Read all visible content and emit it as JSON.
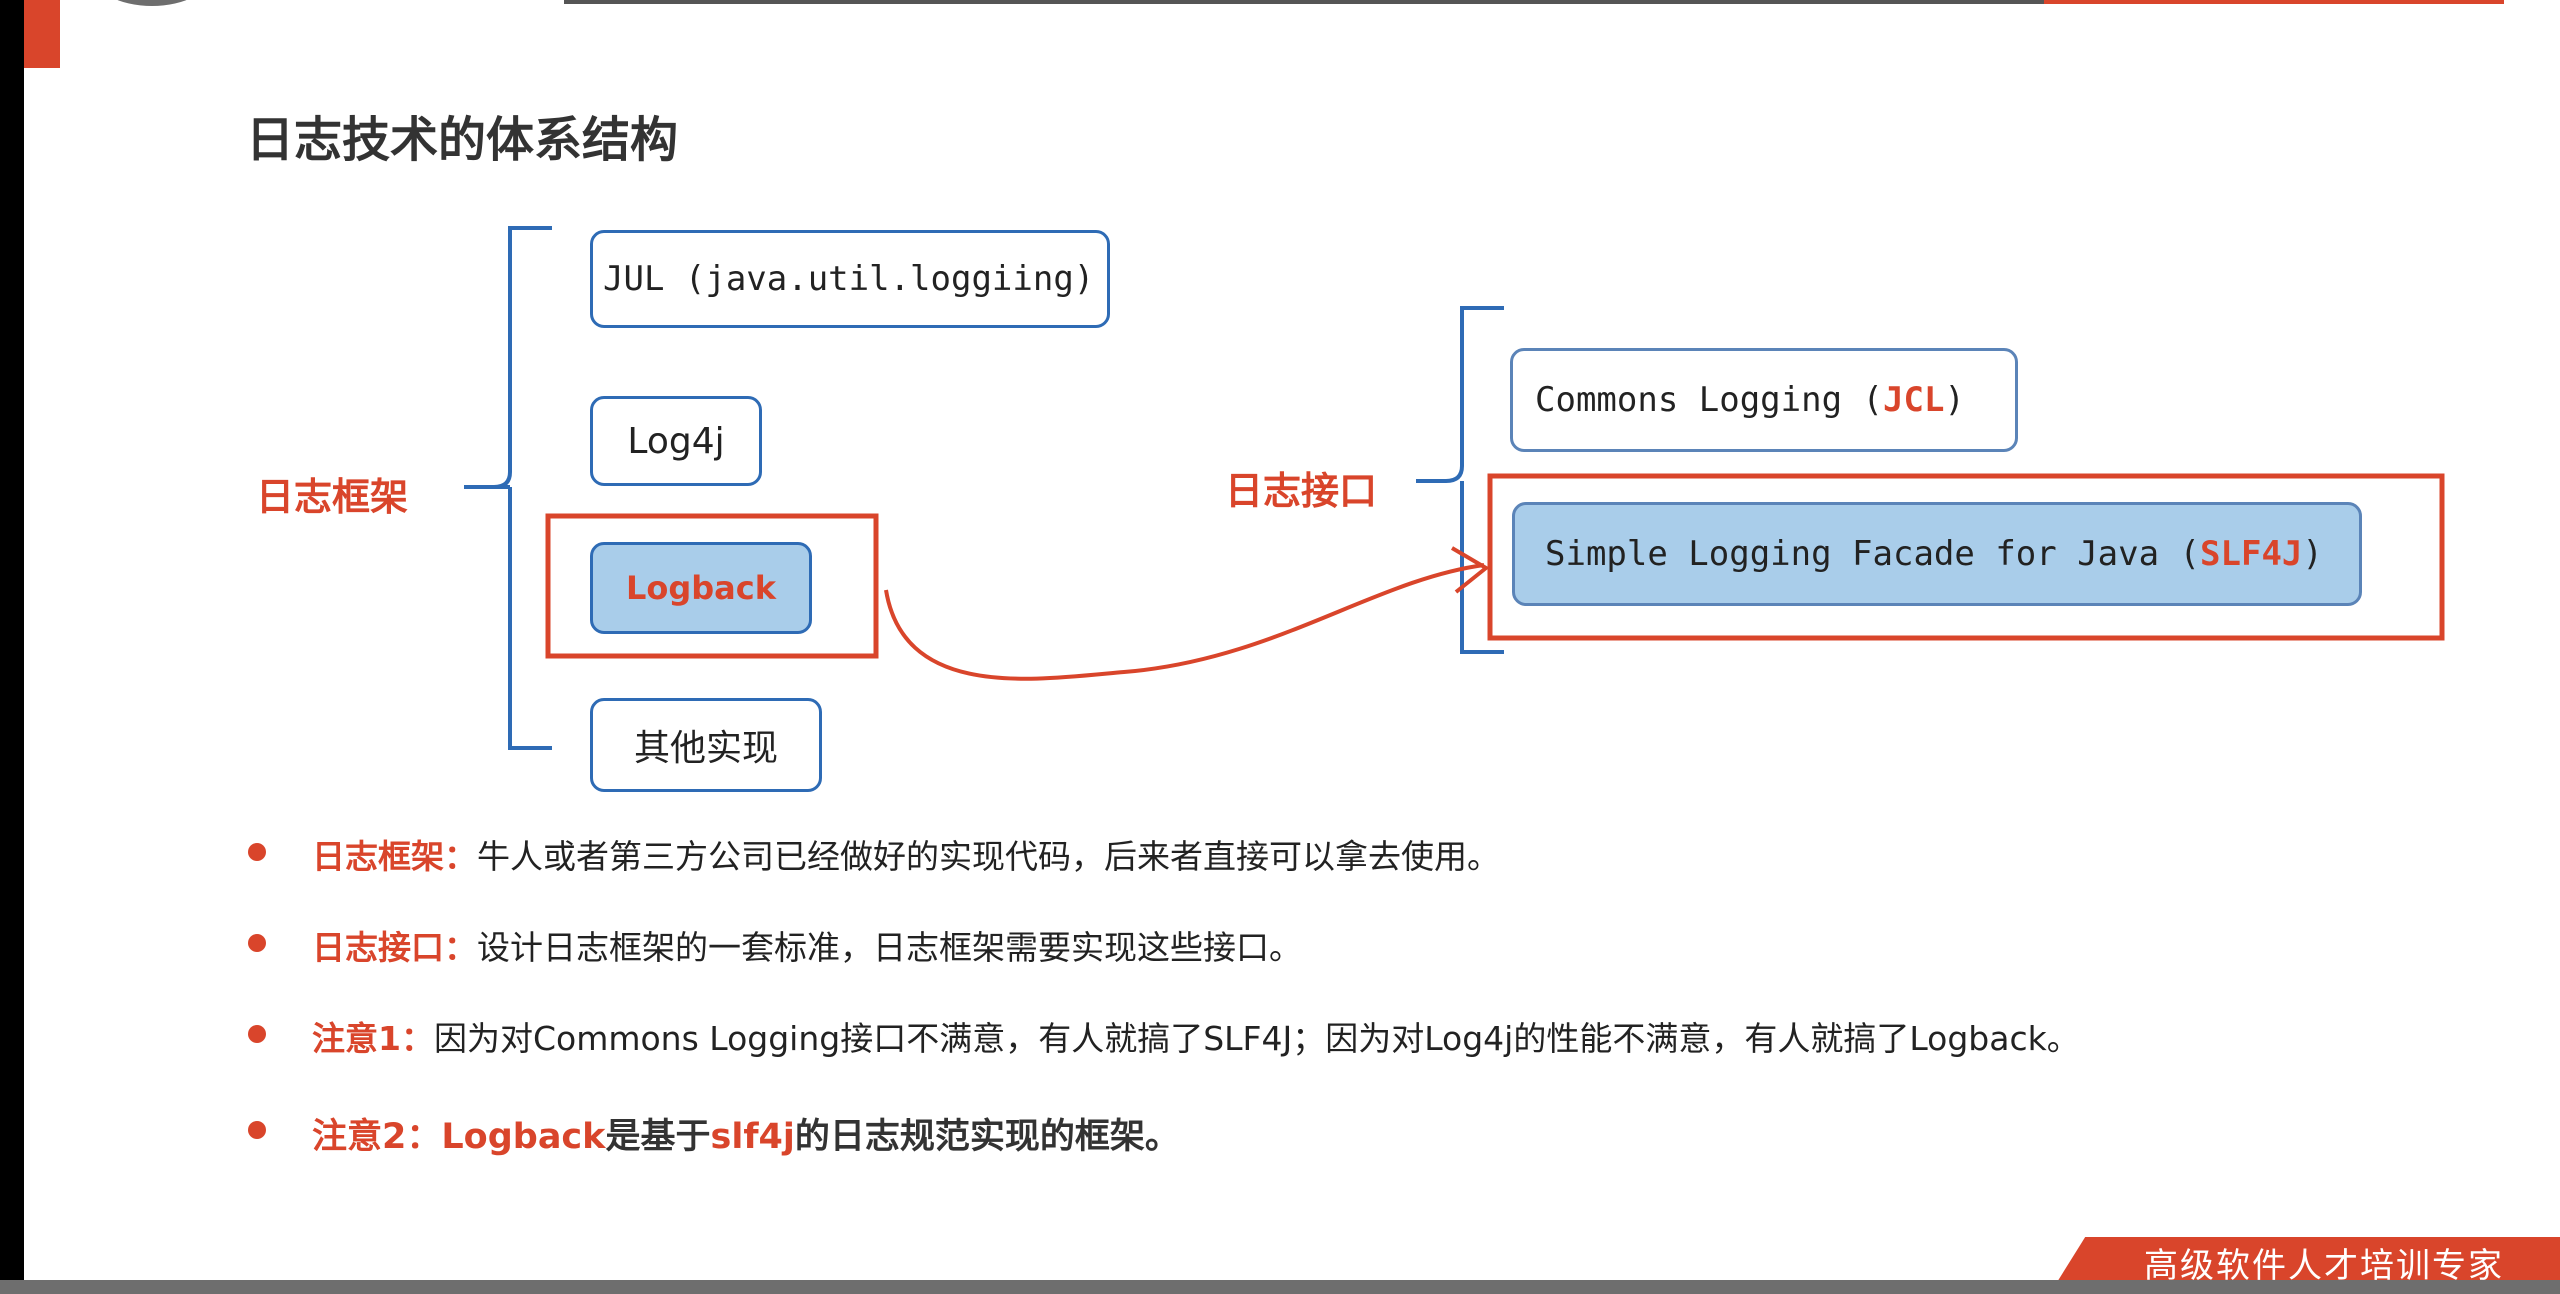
{
  "title": "日志技术的体系结构",
  "left_group": {
    "label": "日志框架",
    "items": [
      {
        "text": "JUL (java.util.loggiing)"
      },
      {
        "text": "Log4j"
      },
      {
        "text": "Logback"
      },
      {
        "text": "其他实现"
      }
    ]
  },
  "right_group": {
    "label": "日志接口",
    "jcl": {
      "prefix": "Commons Logging (",
      "abbr": "JCL",
      "suffix": ")"
    },
    "slf4j": {
      "prefix": "Simple Logging Facade for Java (",
      "abbr": "SLF4J",
      "suffix": ")"
    }
  },
  "bullets": [
    {
      "key": "日志框架：",
      "text": "牛人或者第三方公司已经做好的实现代码，后来者直接可以拿去使用。"
    },
    {
      "key": "日志接口：",
      "text": "设计日志框架的一套标准，日志框架需要实现这些接口。"
    },
    {
      "key": "注意1：",
      "text": "因为对Commons Logging接口不满意，有人就搞了SLF4J；因为对Log4j的性能不满意，有人就搞了Logback。"
    },
    {
      "key": "注意2：",
      "part1": "Logback",
      "part2": "是基于",
      "part3": "slf4j",
      "part4": "的日志规范实现的框架。"
    }
  ],
  "footer": "高级软件人才培训专家",
  "colors": {
    "accent_red": "#d9452b",
    "box_blue": "#2e6bb5",
    "highlight_fill": "#a9cdea"
  }
}
